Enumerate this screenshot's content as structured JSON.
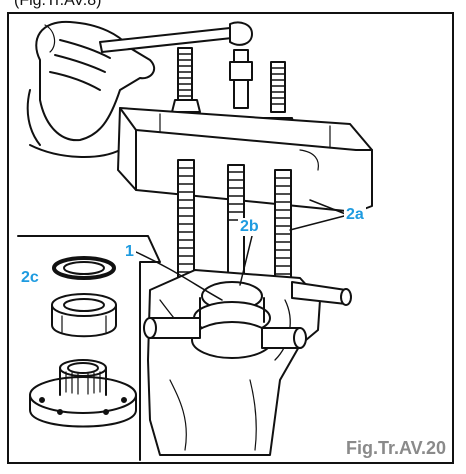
{
  "top_caption": "(Fig.Tr.AV.8)",
  "labels": {
    "part_1": "1",
    "part_2a": "2a",
    "part_2b": "2b",
    "part_2c": "2c"
  },
  "figure_reference": "Fig.Tr.AV.20",
  "colors": {
    "label_blue": "#1e9be0",
    "reference_gray": "#8a8a8a",
    "line": "#111111"
  }
}
